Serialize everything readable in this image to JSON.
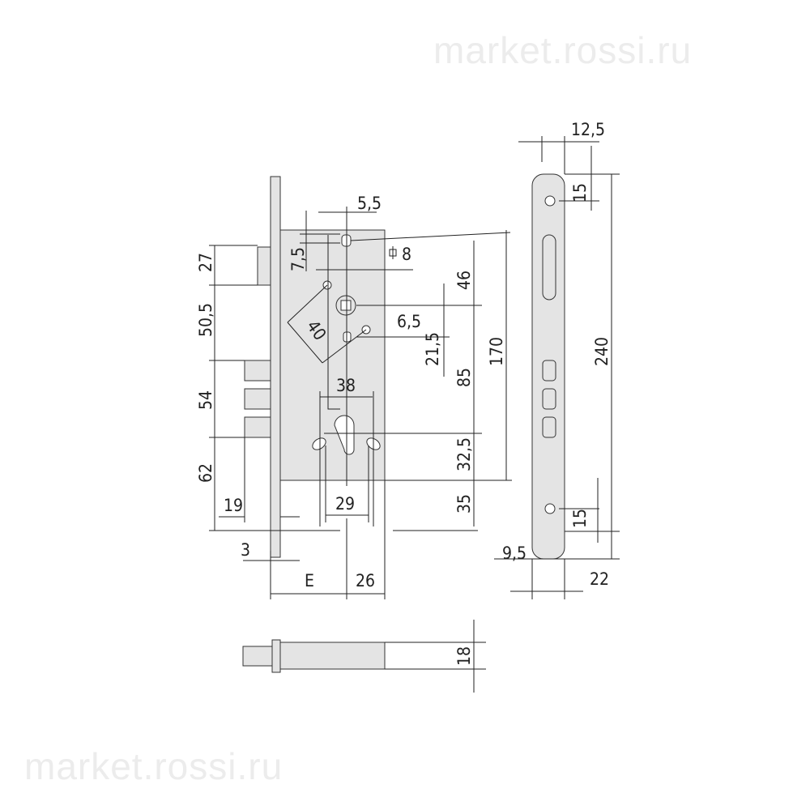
{
  "watermark": {
    "top": "market.rossi.ru",
    "middle": "market.rossi.ru",
    "bottom": "market.rossi.ru"
  },
  "front_view": {
    "dims": {
      "spindle_width": "5,5",
      "follower_offset": "7,5",
      "square_size": "8",
      "follower_to_spindle": "46",
      "hole_dia": "6,5",
      "diagonal": "40",
      "spindle_to_hole": "21,5",
      "spindle_to_cylinder": "85",
      "case_height": "170",
      "cylinder_width": "38",
      "cylinder_to_bottom": "32,5",
      "bottom_extension": "35",
      "screw_spacing": "29",
      "bolt_throw": "19",
      "latch_height": "27",
      "latch_to_bolt": "50,5",
      "bolt_span": "54",
      "bolt_to_bottom": "62",
      "faceplate_thickness": "3",
      "backset": "E",
      "cylinder_to_back": "26"
    },
    "square_icon": "square-spindle-icon"
  },
  "side_view": {
    "dims": {
      "top_width": "12,5",
      "top_hole": "15",
      "length": "240",
      "bottom_hole": "15",
      "hole_offset": "9,5",
      "width": "22"
    }
  },
  "bottom_view": {
    "dims": {
      "thickness": "18"
    }
  }
}
